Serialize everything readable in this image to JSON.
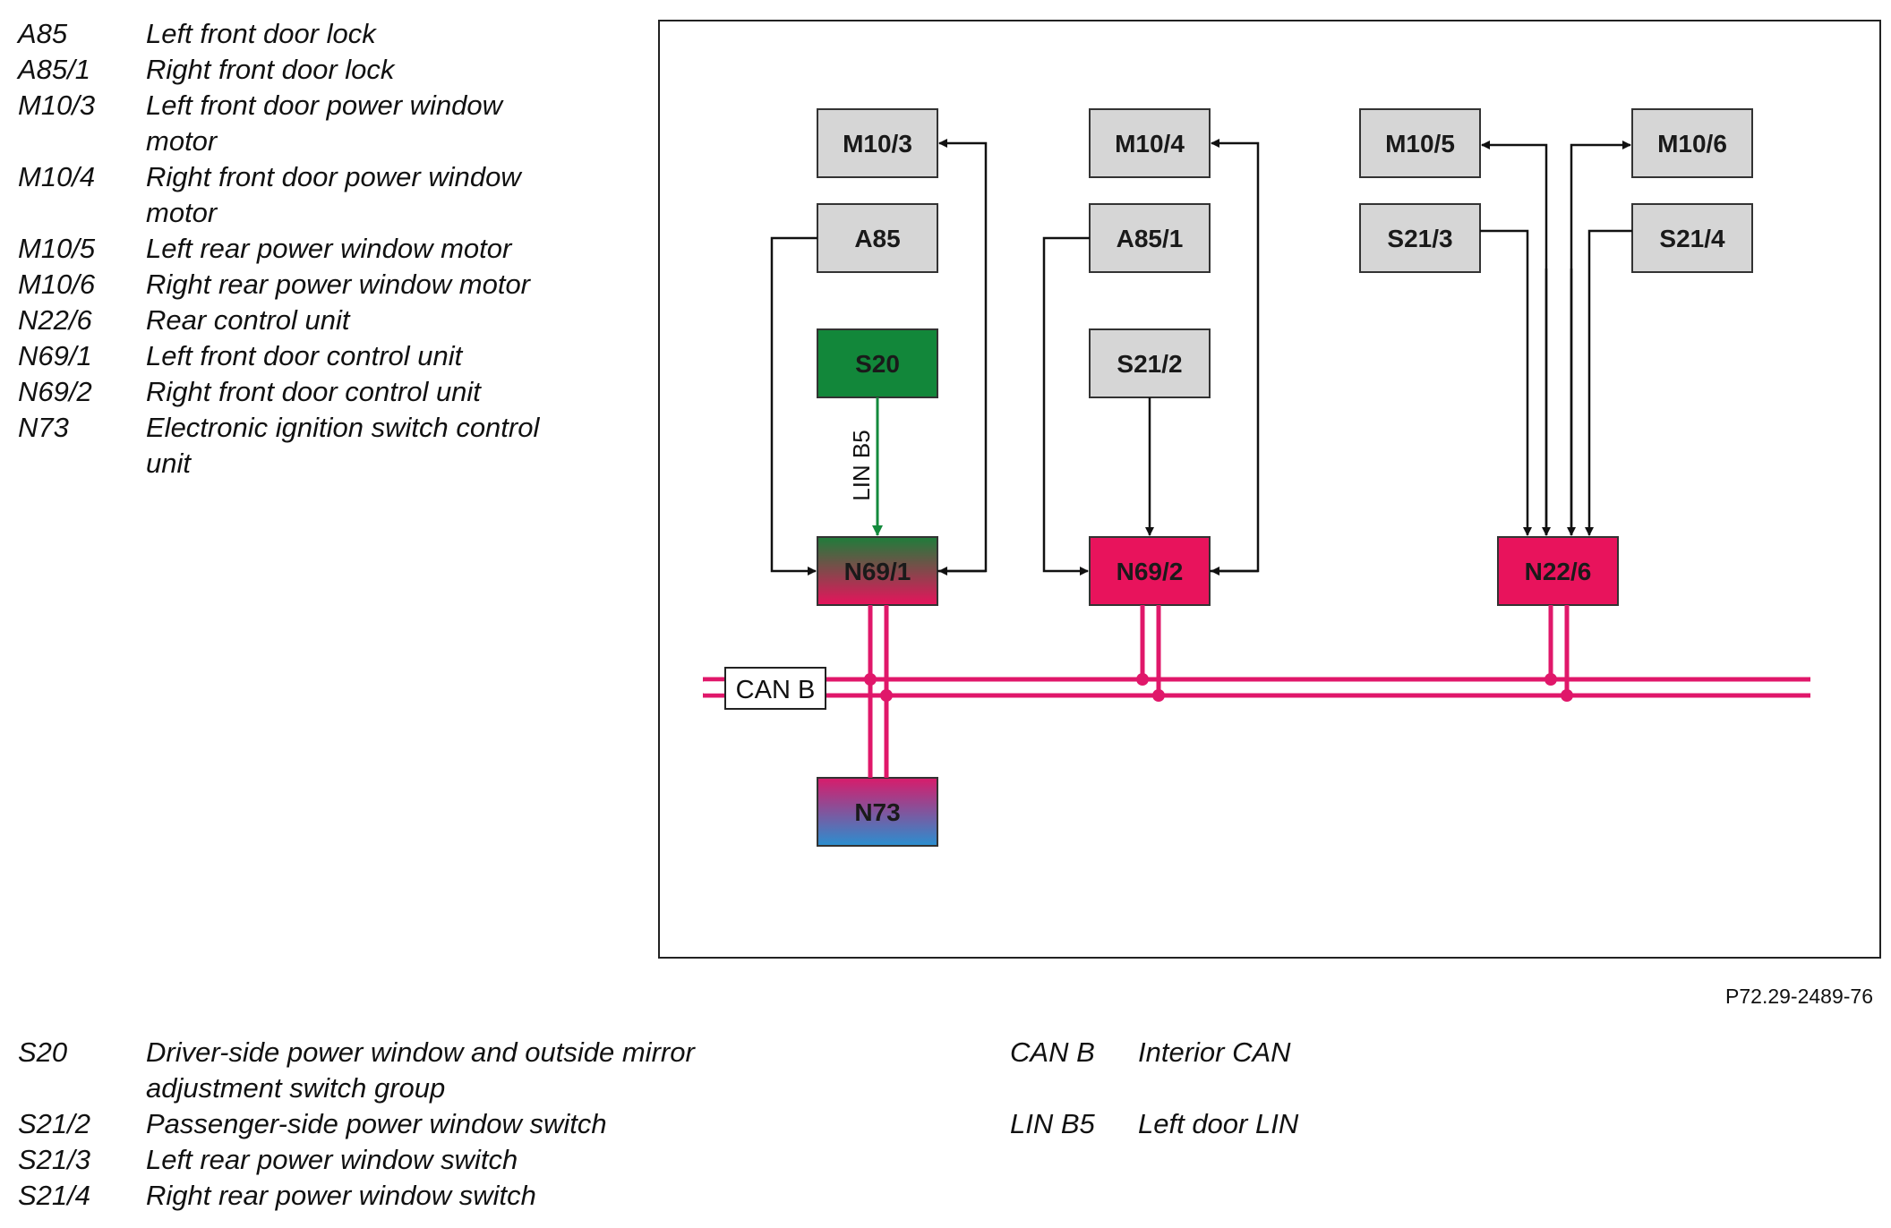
{
  "legend_top": [
    {
      "code": "A85",
      "desc": "Left front door lock"
    },
    {
      "code": "A85/1",
      "desc": "Right front door lock"
    },
    {
      "code": "M10/3",
      "desc": "Left front door power window motor"
    },
    {
      "code": "M10/4",
      "desc": "Right front door power window motor"
    },
    {
      "code": "M10/5",
      "desc": "Left rear power window motor"
    },
    {
      "code": "M10/6",
      "desc": "Right rear power window motor"
    },
    {
      "code": "N22/6",
      "desc": "Rear control unit"
    },
    {
      "code": "N69/1",
      "desc": "Left front door control unit"
    },
    {
      "code": "N69/2",
      "desc": "Right front door control unit"
    },
    {
      "code": "N73",
      "desc": "Electronic ignition switch control unit"
    }
  ],
  "legend_bottom_left": [
    {
      "code": "S20",
      "desc": "Driver-side power window and outside mirror adjustment switch group"
    },
    {
      "code": "S21/2",
      "desc": "Passenger-side power window switch"
    },
    {
      "code": "S21/3",
      "desc": "Left rear power window switch"
    },
    {
      "code": "S21/4",
      "desc": "Right rear power window switch"
    }
  ],
  "legend_bottom_right": [
    {
      "code": "CAN B",
      "desc": "Interior CAN"
    },
    {
      "code": "LIN B5",
      "desc": "Left door LIN"
    }
  ],
  "figure_ref": "P72.29-2489-76",
  "diagram": {
    "boxes": {
      "m10_3": "M10/3",
      "m10_4": "M10/4",
      "m10_5": "M10/5",
      "m10_6": "M10/6",
      "a85": "A85",
      "a85_1": "A85/1",
      "s21_3": "S21/3",
      "s21_4": "S21/4",
      "s20": "S20",
      "s21_2": "S21/2",
      "n69_1": "N69/1",
      "n69_2": "N69/2",
      "n22_6": "N22/6",
      "n73": "N73"
    },
    "can_label": "CAN B",
    "lin_label": "LIN B5"
  },
  "colors": {
    "component_grey": "#d6d6d6",
    "switch_green": "#12873a",
    "control_unit_magenta": "#e8135c",
    "can_bus": "#e0176a",
    "lin_green": "#138a3c",
    "wire_black": "#111111",
    "n73_gradient_top": "#d81b6a",
    "n73_gradient_bottom": "#2a8fd0"
  }
}
